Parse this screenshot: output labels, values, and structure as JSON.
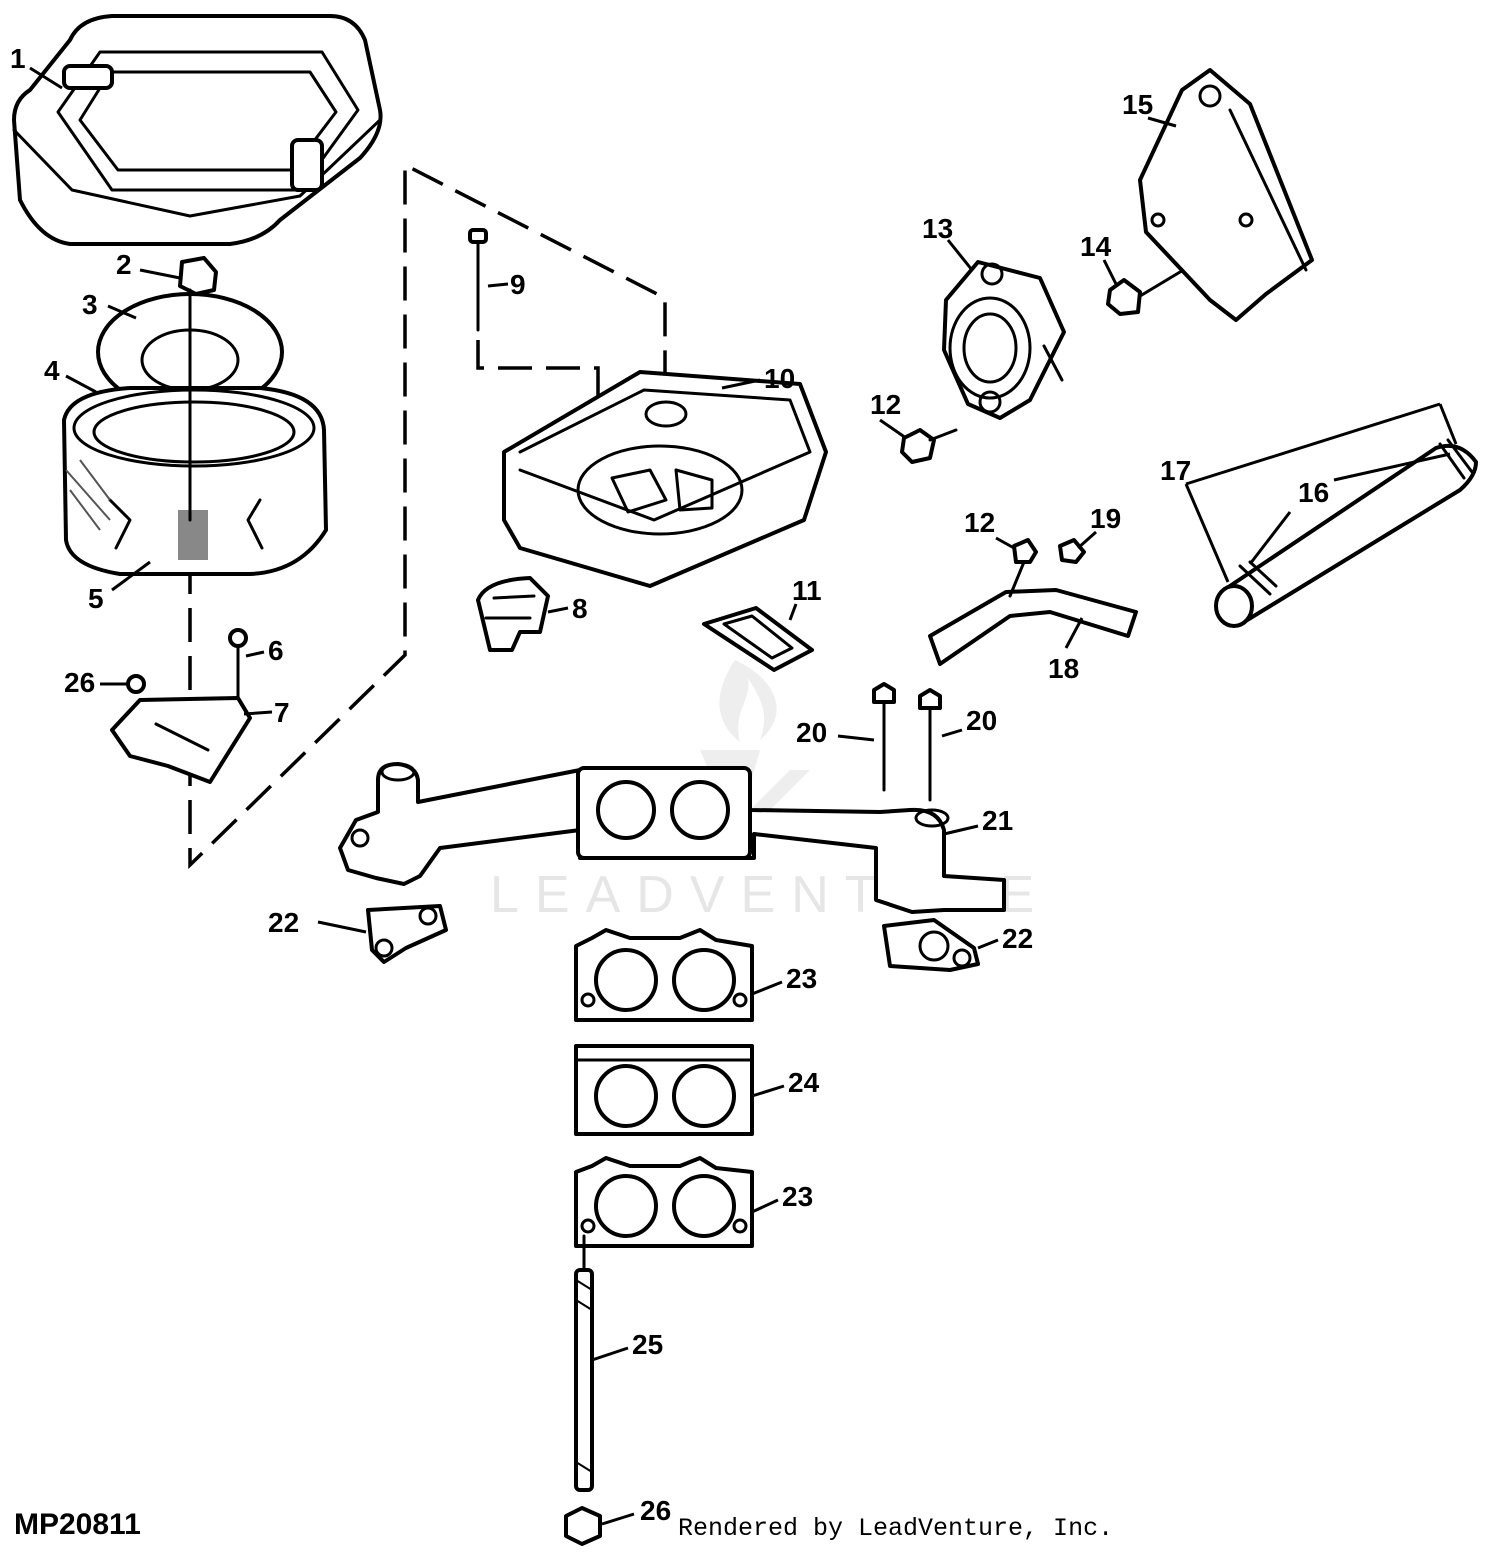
{
  "diagram": {
    "drawing_number": "MP20811",
    "credit": "Rendered by LeadVenture, Inc.",
    "watermark": "LEADVENTURE",
    "callouts": [
      "1",
      "2",
      "3",
      "4",
      "5",
      "6",
      "7",
      "8",
      "9",
      "10",
      "11",
      "12",
      "13",
      "14",
      "15",
      "16",
      "17",
      "18",
      "12",
      "19",
      "20",
      "20",
      "21",
      "22",
      "22",
      "23",
      "24",
      "23",
      "25",
      "26",
      "26"
    ]
  }
}
